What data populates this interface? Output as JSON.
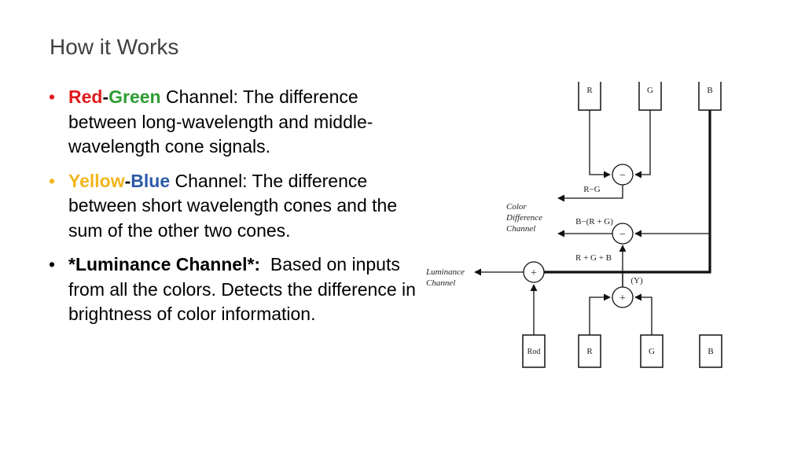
{
  "slide": {
    "title": "How it Works"
  },
  "bullets": [
    {
      "dot_color": "#e11b1b",
      "term1": "Red",
      "sep": "-",
      "term2": "Green",
      "text": " Channel: The difference between long-wavelength and middle-wavelength cone signals."
    },
    {
      "dot_color": "#f2b51c",
      "term1": "Yellow",
      "sep": "-",
      "term2": "Blue",
      "text": " Channel: The difference between short wavelength cones and the sum of the other two cones."
    },
    {
      "dot_color": "#000000",
      "term": "*Luminance Channel*:",
      "text": "  Based on inputs from all the colors. Detects the difference in brightness of color information."
    }
  ],
  "diagram": {
    "top_boxes": [
      "R",
      "G",
      "B"
    ],
    "bottom_boxes": [
      "Rod",
      "R",
      "G",
      "B"
    ],
    "minus_sign": "−",
    "plus_sign": "+",
    "label_rg": "R−G",
    "label_byrg": "B−(R + G)",
    "label_rgb": "R + G + B",
    "label_y": "(Y)",
    "color_channel_1": "Color",
    "color_channel_2": "Difference",
    "color_channel_3": "Channel",
    "lum_channel_1": "Luminance",
    "lum_channel_2": "Channel"
  }
}
